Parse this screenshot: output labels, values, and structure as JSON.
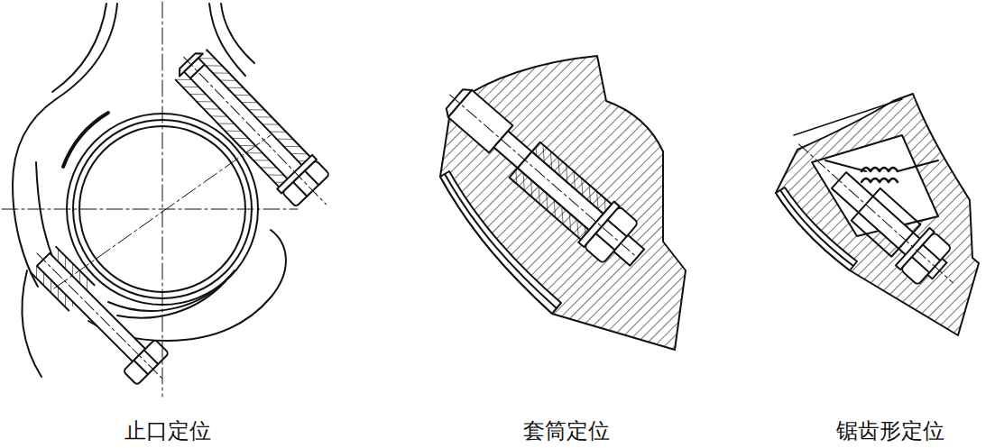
{
  "diagram": {
    "labels": [
      "止口定位",
      "套筒定位",
      "锯齿形定位"
    ]
  }
}
